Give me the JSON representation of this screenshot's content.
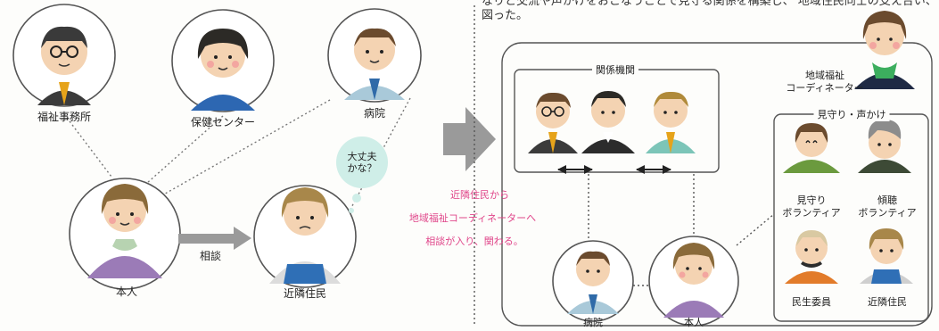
{
  "header_text": {
    "line1": "なりと交流や声かけをおこなうことで見守る関係を構築し、 地域住民同士の支え合い、",
    "line2": "図った。"
  },
  "left": {
    "welfare_office": "福祉事務所",
    "health_center": "保健センター",
    "hospital": "病院",
    "self": "本人",
    "neighbor": "近隣住民",
    "consult": "相談",
    "bubble_line1": "大丈夫",
    "bubble_line2": "かな？"
  },
  "middle": {
    "line1": "近隣住民から",
    "line2": "地域福祉コーディネーターへ",
    "line3": "相談が入り、関わる。"
  },
  "right": {
    "related_agencies": "関係機関",
    "coordinator_line1": "地域福祉",
    "coordinator_line2": "コーディネーター",
    "watch_group": "見守り・声かけ",
    "watch_volunteer_line1": "見守り",
    "watch_volunteer_line2": "ボランティア",
    "listening_volunteer_line1": "傾聴",
    "listening_volunteer_line2": "ボランティア",
    "welfare_commissioner": "民生委員",
    "neighbor": "近隣住民",
    "hospital": "病院",
    "self": "本人"
  },
  "colors": {
    "pink": "#e0468a",
    "arrow_gray": "#9a9a9a",
    "line_gray": "#444444"
  }
}
